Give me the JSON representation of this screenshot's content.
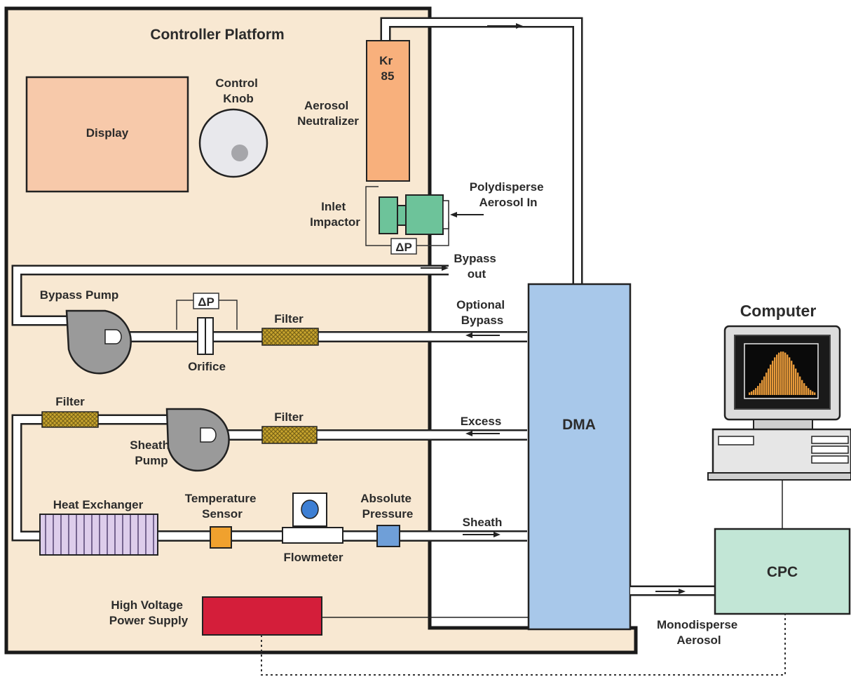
{
  "labels": {
    "platform_title": "Controller Platform",
    "display": "Display",
    "control_knob": [
      "Control",
      "Knob"
    ],
    "aerosol_neutralizer": [
      "Aerosol",
      "Neutralizer"
    ],
    "kr85": [
      "Kr",
      "85"
    ],
    "inlet_impactor": [
      "Inlet",
      "Impactor"
    ],
    "polydisperse": [
      "Polydisperse",
      "Aerosol In"
    ],
    "delta_p": "ΔP",
    "bypass_out": [
      "Bypass",
      "out"
    ],
    "bypass_pump": "Bypass Pump",
    "orifice": "Orifice",
    "filter": "Filter",
    "optional_bypass": [
      "Optional",
      "Bypass"
    ],
    "excess": "Excess",
    "sheath_pump": [
      "Sheath",
      "Pump"
    ],
    "dma": "DMA",
    "computer": "Computer",
    "heat_exchanger": "Heat Exchanger",
    "temperature_sensor": [
      "Temperature",
      "Sensor"
    ],
    "flowmeter": "Flowmeter",
    "absolute_pressure": [
      "Absolute",
      "Pressure"
    ],
    "sheath": "Sheath",
    "cpc": "CPC",
    "high_voltage": [
      "High Voltage",
      "Power Supply"
    ],
    "monodisperse": [
      "Monodisperse",
      "Aerosol"
    ]
  },
  "colors": {
    "platform": "#f8e8d2",
    "display": "#f7c9aa",
    "neutralizer": "#f8b07c",
    "impactor": "#6dc39a",
    "dma": "#a8c8ea",
    "cpc": "#c2e6d6",
    "pump": "#9a9a9a",
    "filter": "#d4b23a",
    "heat_exchanger": "#d9c8e8",
    "temperature_sensor": "#f0a12e",
    "pressure_sensor": "#6f9fd8",
    "hv_supply": "#d41e3a"
  }
}
